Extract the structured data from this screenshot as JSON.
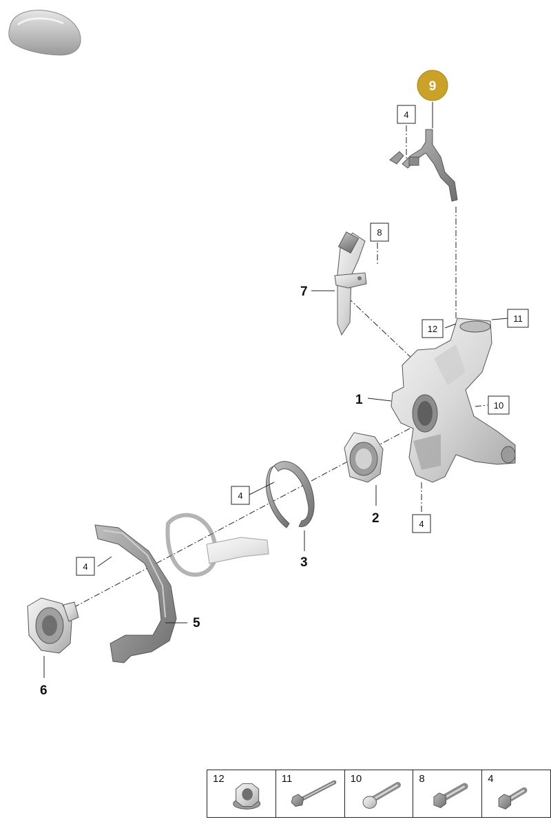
{
  "callouts": {
    "c1": "1",
    "c2": "2",
    "c3": "3",
    "c5": "5",
    "c6": "6",
    "c7": "7",
    "c9": "9"
  },
  "boxed": {
    "b4a": "4",
    "b8": "8",
    "b12": "12",
    "b11": "11",
    "b10": "10",
    "b4b": "4",
    "b4c": "4",
    "b4d": "4"
  },
  "legend": [
    {
      "num": "12",
      "part": "flange-nut"
    },
    {
      "num": "11",
      "part": "long-bolt"
    },
    {
      "num": "10",
      "part": "bolt"
    },
    {
      "num": "8",
      "part": "hex-bolt"
    },
    {
      "num": "4",
      "part": "short-bolt"
    }
  ],
  "colors": {
    "highlight": "#c9a227",
    "part_fill": "#e3e3e3"
  }
}
